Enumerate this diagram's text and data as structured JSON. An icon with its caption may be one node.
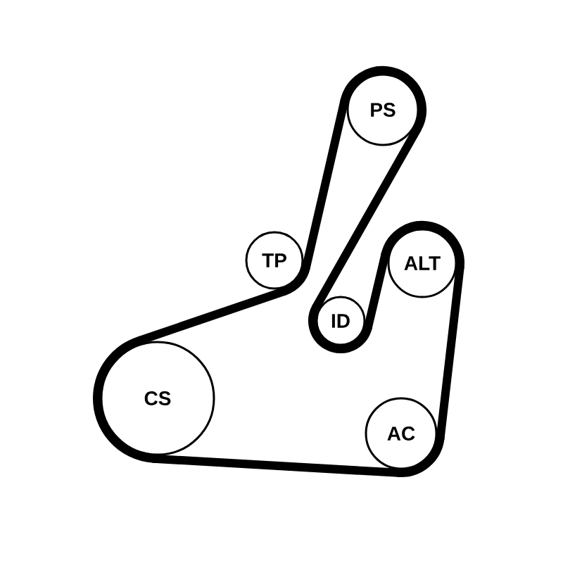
{
  "diagram": {
    "nodes": [
      {
        "text": [
          "PS"
        ]
      },
      {
        "text": [
          "TP"
        ]
      },
      {
        "text": [
          "ALT"
        ]
      },
      {
        "text": [
          "ID"
        ]
      },
      {
        "text": [
          "CS"
        ]
      },
      {
        "text": [
          "AC"
        ]
      }
    ],
    "edges": [
      {
        "from": 4,
        "to": 1,
        "arrow": "none"
      },
      {
        "from": 1,
        "to": 0,
        "arrow": "none"
      },
      {
        "from": 0,
        "to": 3,
        "arrow": "none"
      },
      {
        "from": 3,
        "to": 2,
        "arrow": "none"
      },
      {
        "from": 2,
        "to": 5,
        "arrow": "none"
      },
      {
        "from": 5,
        "to": 4,
        "arrow": "none"
      }
    ]
  }
}
